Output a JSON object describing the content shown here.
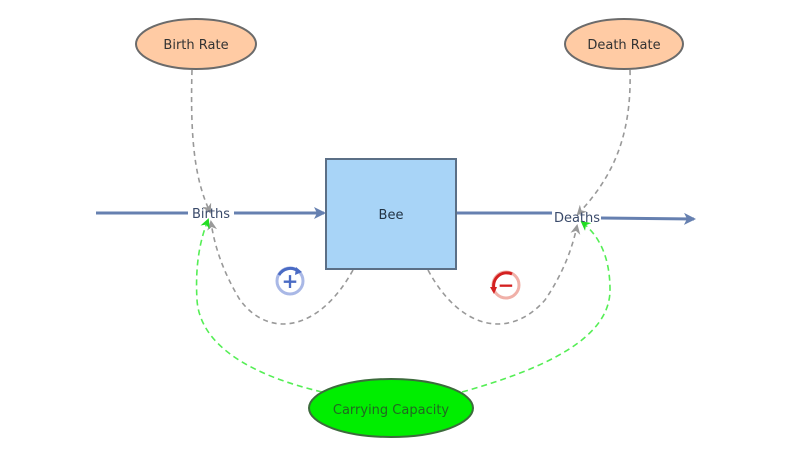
{
  "diagram": {
    "stock": {
      "label": "Bee",
      "fill": "#a8d4f7",
      "stroke": "#5b6f86"
    },
    "flows": [
      {
        "id": "births",
        "label": "Births"
      },
      {
        "id": "deaths",
        "label": "Deaths"
      }
    ],
    "variables": [
      {
        "id": "birth-rate",
        "label": "Birth Rate",
        "fill": "#ffcba4"
      },
      {
        "id": "death-rate",
        "label": "Death Rate",
        "fill": "#ffcba4"
      },
      {
        "id": "carrying-capacity",
        "label": "Carrying Capacity",
        "fill": "#00ee00"
      }
    ],
    "loops": [
      {
        "id": "reinforcing",
        "symbol": "+",
        "color": "#4a6bc4"
      },
      {
        "id": "balancing",
        "symbol": "−",
        "color": "#d42020"
      }
    ],
    "colors": {
      "flow": "#6680b0",
      "link": "#999999",
      "capacity_link": "#55ee55"
    }
  }
}
